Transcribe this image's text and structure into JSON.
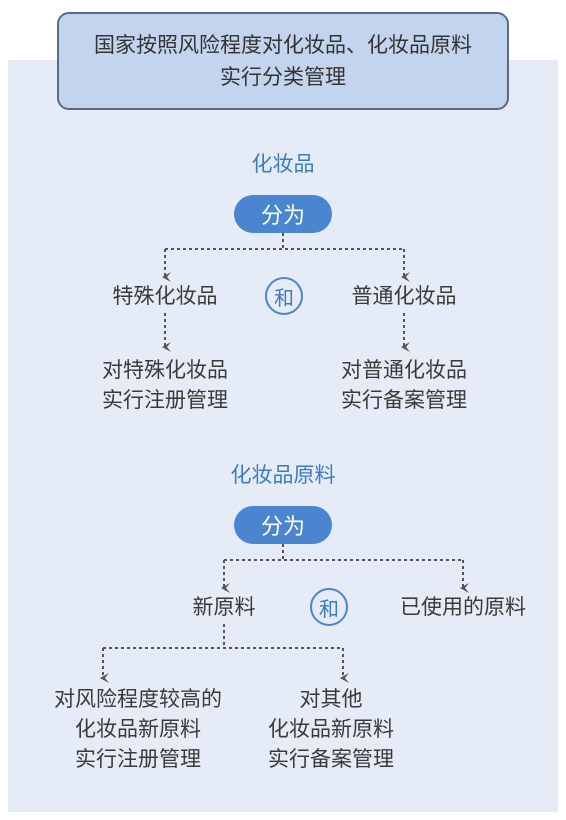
{
  "header": {
    "line1": "国家按照风险程度对化妆品、化妆品原料",
    "line2": "实行分类管理"
  },
  "cosmetics": {
    "title": "化妆品",
    "divide_label": "分为",
    "and_label": "和",
    "special": {
      "name": "特殊化妆品",
      "rule_line1": "对特殊化妆品",
      "rule_line2": "实行注册管理"
    },
    "ordinary": {
      "name": "普通化妆品",
      "rule_line1": "对普通化妆品",
      "rule_line2": "实行备案管理"
    }
  },
  "materials": {
    "title": "化妆品原料",
    "divide_label": "分为",
    "and_label": "和",
    "new": {
      "name": "新原料"
    },
    "used": {
      "name": "已使用的原料"
    },
    "high_risk": {
      "line1": "对风险程度较高的",
      "line2": "化妆品新原料",
      "line3": "实行注册管理"
    },
    "other": {
      "line1": "对其他",
      "line2": "化妆品新原料",
      "line3": "实行备案管理"
    }
  },
  "colors": {
    "accent": "#4a86cf",
    "panel": "#e5ebf7",
    "header_fill": "#c3d4ee",
    "lines": "#555555"
  }
}
